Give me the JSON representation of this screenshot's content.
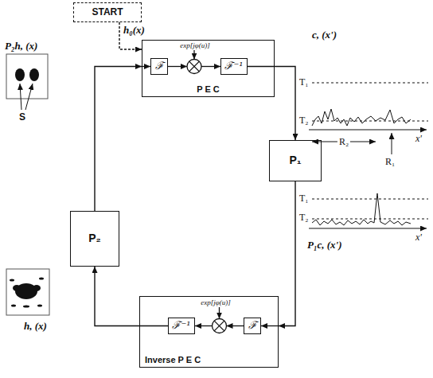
{
  "diagram": {
    "nodes": [
      {
        "text": [
          "START"
        ]
      },
      {
        "text": [
          "P E C"
        ]
      },
      {
        "text": [
          "ℱ"
        ],
        "in": 1
      },
      {
        "text": [
          "ℱ⁻¹"
        ],
        "in": 1
      },
      {
        "text": [
          "P₁"
        ]
      },
      {
        "text": [
          "Inverse P E C"
        ]
      },
      {
        "text": [
          "ℱ⁻¹"
        ],
        "in": 5
      },
      {
        "text": [
          "ℱ"
        ],
        "in": 5
      },
      {
        "text": [
          "P₂"
        ]
      }
    ],
    "edges": [
      {
        "from": 0,
        "to": 1,
        "arrow": "to"
      },
      {
        "from": 1,
        "to": 4,
        "arrow": "to"
      },
      {
        "from": 4,
        "to": 5,
        "arrow": "to"
      },
      {
        "from": 5,
        "to": 8,
        "arrow": "to"
      },
      {
        "from": 8,
        "to": 1,
        "arrow": "to"
      }
    ],
    "labels": [
      "h₀(x)",
      "exp[jφ(u)]",
      "P₂h, (x)",
      "S",
      "c, (x')",
      "T₁",
      "T₂",
      "R₂",
      "R₁",
      "x'",
      "exp[jφ(u)]",
      "h, (x)",
      "P₁c, (x')",
      "T₁",
      "T₂",
      "x'"
    ]
  }
}
